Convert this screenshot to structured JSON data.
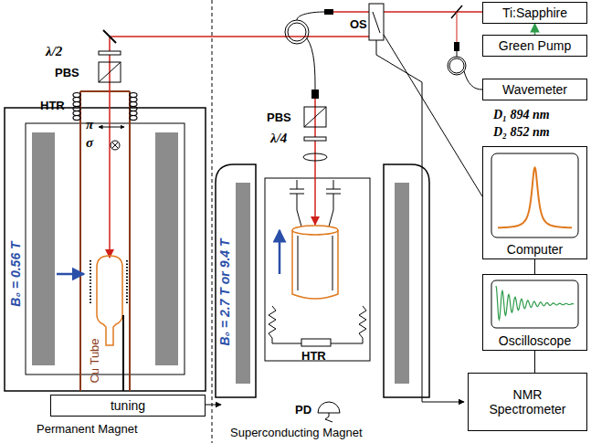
{
  "diagram": {
    "nodes": [
      {
        "text": [
          "Ti:Sapphire"
        ]
      },
      {
        "text": [
          "Green Pump"
        ]
      },
      {
        "text": [
          "Wavemeter"
        ]
      },
      {
        "text": [
          "Computer"
        ]
      },
      {
        "text": [
          "Oscilloscope"
        ]
      },
      {
        "text": [
          "NMR Spectrometer"
        ]
      },
      {
        "text": [
          "tuning"
        ]
      }
    ],
    "edges": [
      {
        "from": 1,
        "to": 0,
        "arrow": "to"
      },
      {
        "from": 3,
        "to": 4,
        "arrow": "none"
      },
      {
        "from": 4,
        "to": 5,
        "arrow": "none"
      }
    ],
    "labels": [
      "λ/2",
      "PBS",
      "HTR",
      "π",
      "σ",
      "B₀ = 0.56 T",
      "Cu Tube",
      "Permanent Magnet",
      "OS",
      "PBS",
      "λ/4",
      "B₀ = 2.7 T or 9.4 T",
      "HTR",
      "PD",
      "Superconducting Magnet",
      "D₁ 894 nm",
      "D₂ 852 nm"
    ]
  }
}
